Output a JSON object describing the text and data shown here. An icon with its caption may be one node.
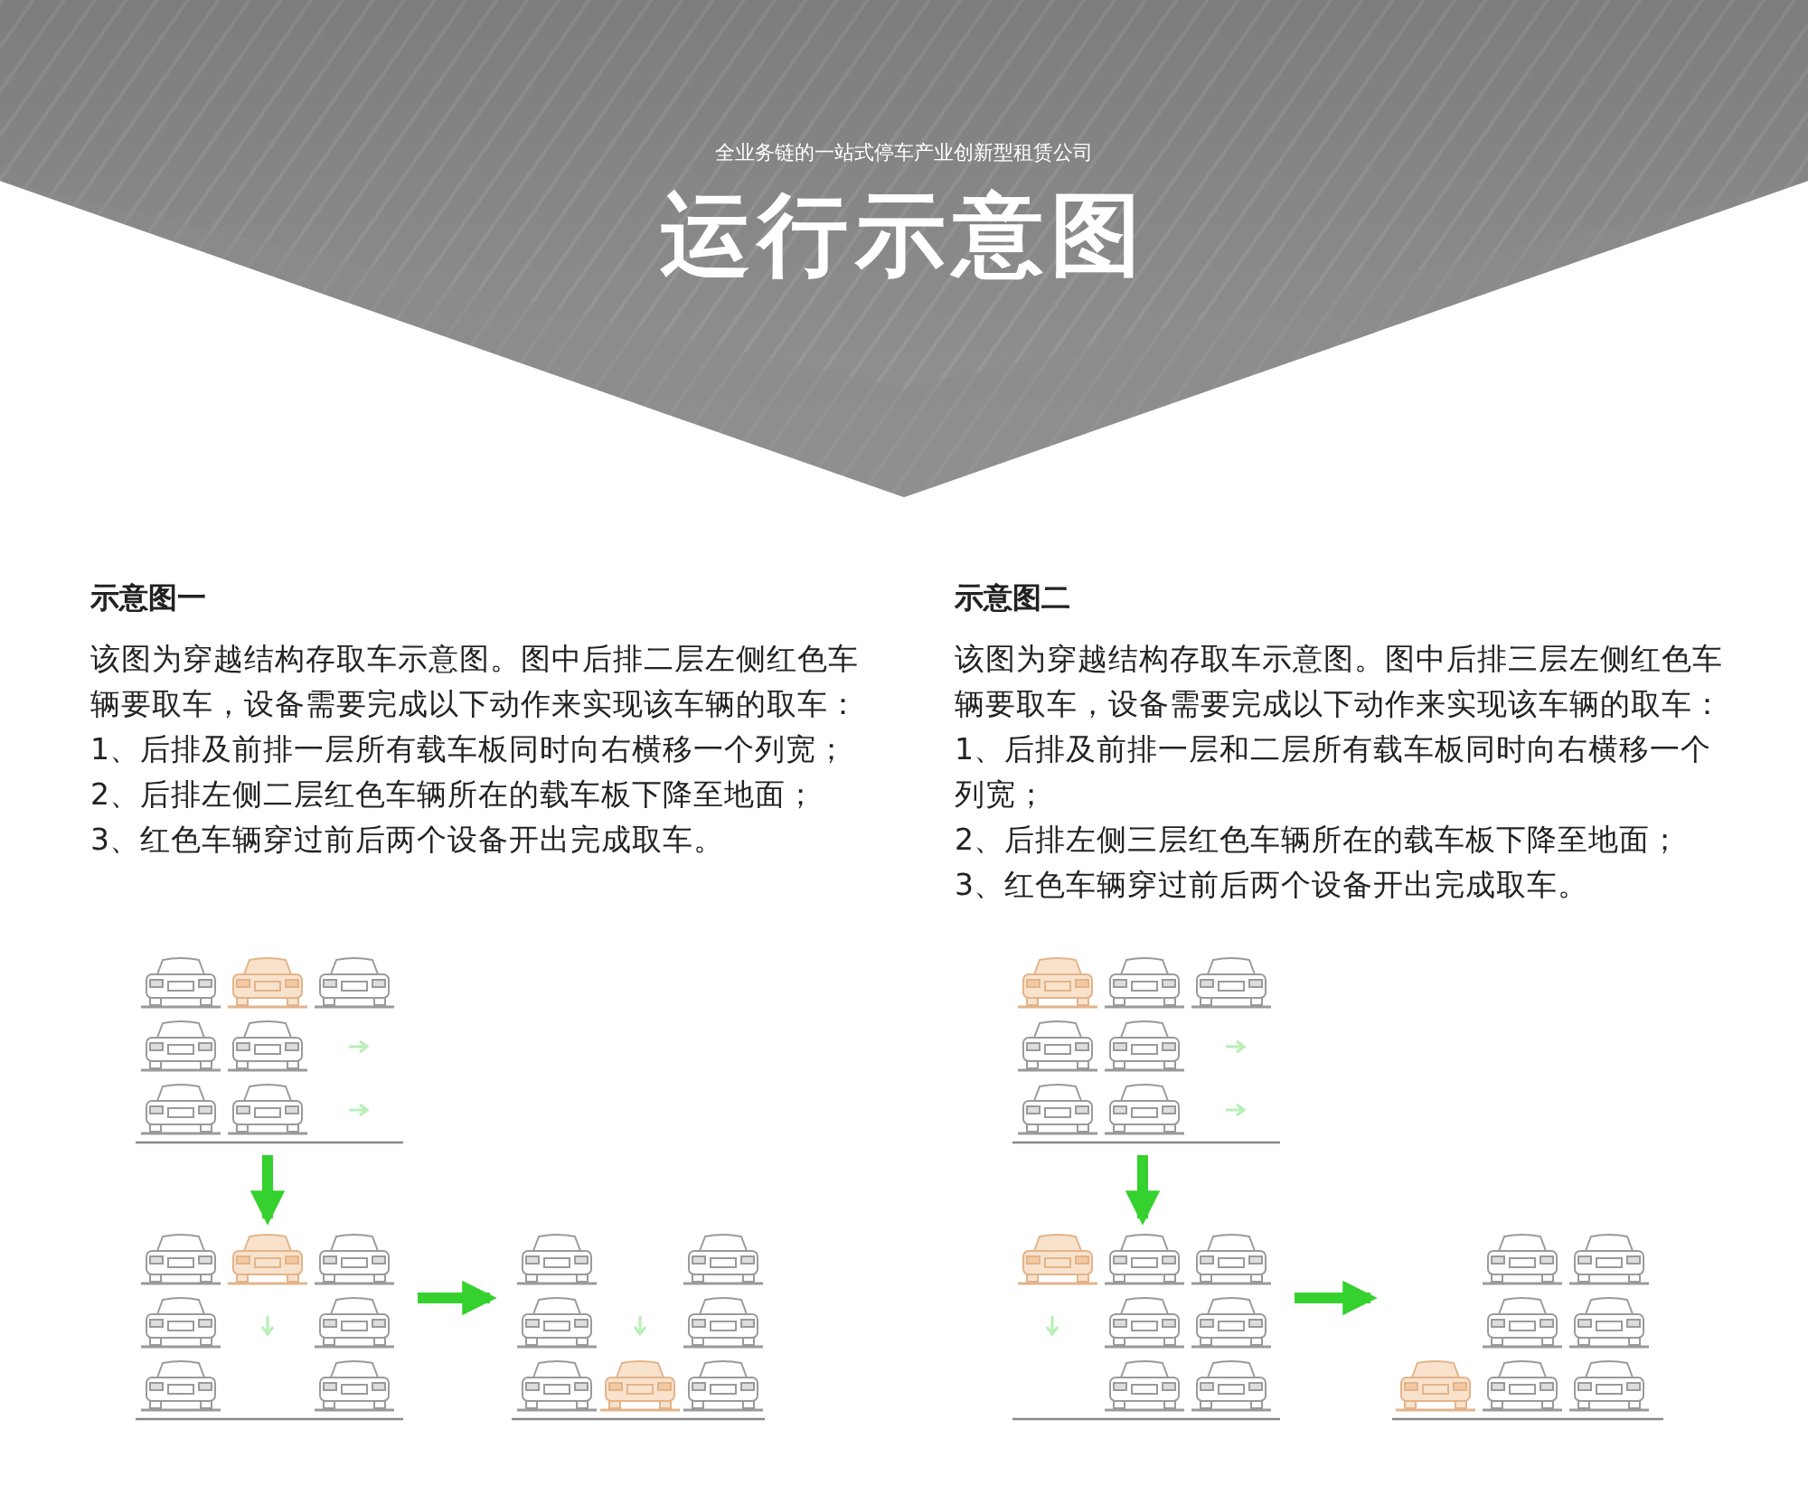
{
  "diagram": {
    "title": "运行示意图",
    "nodes": [
      {
        "text": [],
        "shape": "picture"
      },
      {
        "text": [],
        "shape": "picture"
      },
      {
        "text": [],
        "shape": "picture"
      },
      {
        "text": [],
        "shape": "picture"
      },
      {
        "text": [],
        "shape": "picture"
      },
      {
        "text": [],
        "shape": "picture"
      }
    ],
    "edges": [
      {
        "from": 0,
        "to": 1,
        "arrow": "to"
      },
      {
        "from": 1,
        "to": 2,
        "arrow": "to"
      },
      {
        "from": 3,
        "to": 4,
        "arrow": "to"
      },
      {
        "from": 4,
        "to": 5,
        "arrow": "to"
      }
    ],
    "labels": [
      "全业务链的一站式停车产业创新型租赁公司",
      "示意图一",
      "该图为穿越结构存取车示意图。图中后排二层左侧红色车辆要取车，设备需要完成以下动作来实现该车辆的取车：",
      "1、后排及前排一层所有载车板同时向右横移一个列宽；",
      "2、后排左侧二层红色车辆所在的载车板下降至地面；",
      "3、红色车辆穿过前后两个设备开出完成取车。",
      "示意图二",
      "该图为穿越结构存取车示意图。图中后排三层左侧红色车辆要取车，设备需要完成以下动作来实现该车辆的取车：",
      "1、后排及前排一层和二层所有载车板同时向右横移一个列宽；",
      "2、后排左侧三层红色车辆所在的载车板下降至地面；",
      "3、红色车辆穿过前后两个设备开出完成取车。"
    ]
  }
}
